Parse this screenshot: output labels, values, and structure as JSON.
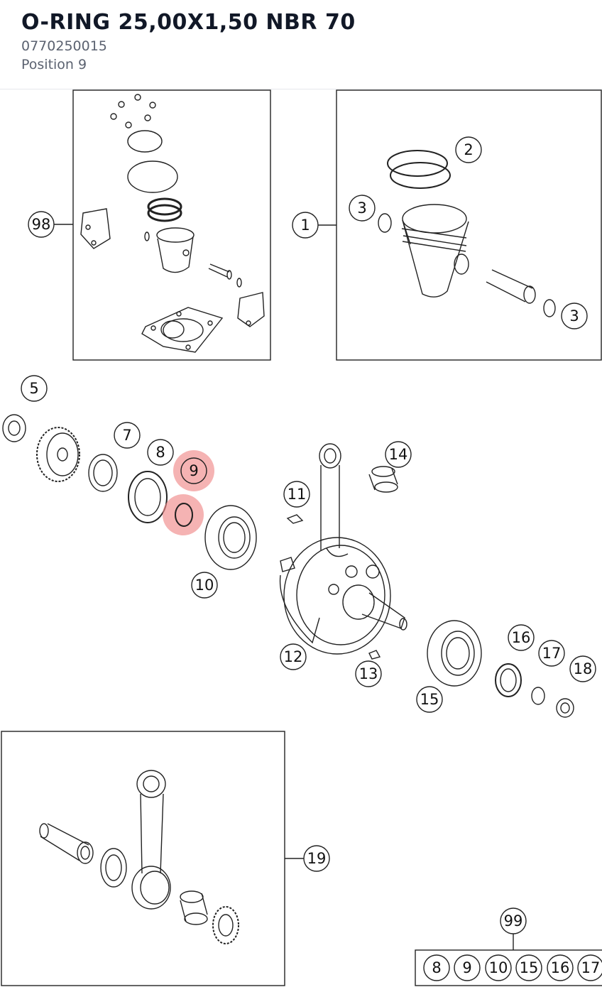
{
  "part": {
    "title": "O-RING 25,00X1,50 NBR 70",
    "part_number": "0770250015",
    "position": "Position 9"
  },
  "callouts": {
    "c98": "98",
    "c1": "1",
    "c2": "2",
    "c3a": "3",
    "c3b": "3",
    "c5": "5",
    "c7": "7",
    "c8": "8",
    "c9": "9",
    "c10": "10",
    "c11": "11",
    "c12": "12",
    "c13": "13",
    "c14": "14",
    "c15": "15",
    "c16": "16",
    "c17": "17",
    "c18": "18",
    "c19": "19",
    "c99": "99"
  },
  "kit_99_items": [
    "8",
    "9",
    "10",
    "15",
    "16",
    "17"
  ],
  "colors": {
    "highlight": "#f08a8a",
    "line": "#222222"
  }
}
